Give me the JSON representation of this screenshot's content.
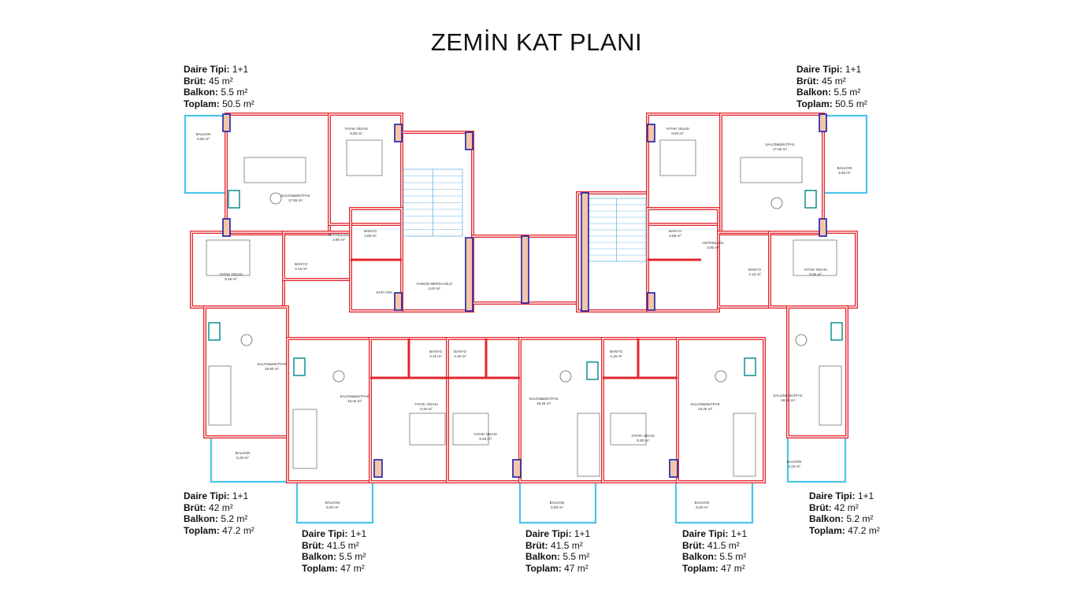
{
  "title": "ZEMİN KAT PLANI",
  "labels": {
    "type": "Daire Tipi:",
    "gross": "Brüt:",
    "balcony": "Balkon:",
    "total": "Toplam:"
  },
  "units": [
    {
      "type": "1+1",
      "gross": "45 m²",
      "balcony": "5.5 m²",
      "total": "50.5 m²"
    },
    {
      "type": "1+1",
      "gross": "45 m²",
      "balcony": "5.5 m²",
      "total": "50.5 m²"
    },
    {
      "type": "1+1",
      "gross": "42 m²",
      "balcony": "5.2 m²",
      "total": "47.2 m²"
    },
    {
      "type": "1+1",
      "gross": "42 m²",
      "balcony": "5.2 m²",
      "total": "47.2 m²"
    },
    {
      "type": "1+1",
      "gross": "41.5 m²",
      "balcony": "5.5 m²",
      "total": "47 m²"
    },
    {
      "type": "1+1",
      "gross": "41.5 m²",
      "balcony": "5.5 m²",
      "total": "47 m²"
    },
    {
      "type": "1+1",
      "gross": "41.5 m²",
      "balcony": "5.5 m²",
      "total": "47 m²"
    }
  ],
  "rooms": [
    {
      "name": "BALKON",
      "area": "5.50 m²"
    },
    {
      "name": "SALON&MUTFAK",
      "area": "17.55 m²"
    },
    {
      "name": "YATAK ODASI",
      "area": "9.50 m²"
    },
    {
      "name": "BANYO",
      "area": "3.85 m²"
    },
    {
      "name": "ANTRE&HOL",
      "area": "3.90 m²"
    },
    {
      "name": "YATAK ODASI",
      "area": "9.35 m²"
    },
    {
      "name": "BANYO",
      "area": "4.15 m²"
    },
    {
      "name": "YANGIN MERD.HOLÜ",
      "area": "3.40 m²"
    },
    {
      "name": "KATI ATIK",
      "area": ""
    },
    {
      "name": "YATAK ODASI",
      "area": "9.50 m²"
    },
    {
      "name": "SALON&MUTFAK",
      "area": "17.55 m²"
    },
    {
      "name": "BALKON",
      "area": "5.50 m²"
    },
    {
      "name": "BANYO",
      "area": "3.85 m²"
    },
    {
      "name": "ANTRE&HOL",
      "area": "3.90 m²"
    },
    {
      "name": "BANYO",
      "area": "4.15 m²"
    },
    {
      "name": "YATAK ODASI",
      "area": "9.35 m²"
    },
    {
      "name": "SALON&MUTFAK",
      "area": "18.90 m²"
    },
    {
      "name": "BALKON",
      "area": "5.20 m²"
    },
    {
      "name": "SALON&MUTFAK",
      "area": "18.45 m²"
    },
    {
      "name": "BANYO",
      "area": "4.15 m²"
    },
    {
      "name": "BANYO",
      "area": "4.15 m²"
    },
    {
      "name": "YATAK ODASI",
      "area": "9.30 m²"
    },
    {
      "name": "YATAK ODASI",
      "area": "9.30 m²"
    },
    {
      "name": "BALKON",
      "area": "5.50 m²"
    },
    {
      "name": "SALON&MUTFAK",
      "area": "18.45 m²"
    },
    {
      "name": "BALKON",
      "area": "5.50 m²"
    },
    {
      "name": "BANYO",
      "area": "4.15 m²"
    },
    {
      "name": "YATAK ODASI",
      "area": "9.30 m²"
    },
    {
      "name": "SALON&MUTFAK",
      "area": "18.45 m²"
    },
    {
      "name": "BALKON",
      "area": "5.50 m²"
    },
    {
      "name": "SALON&MUTFAK",
      "area": "18.90 m²"
    },
    {
      "name": "BALKON",
      "area": "5.20 m²"
    }
  ],
  "colors": {
    "wall": "#e3262d",
    "column": "#1b1fa8",
    "balcony": "#4cc3ea",
    "fixture": "#0f8f8f",
    "stair": "#6fb4e3"
  }
}
